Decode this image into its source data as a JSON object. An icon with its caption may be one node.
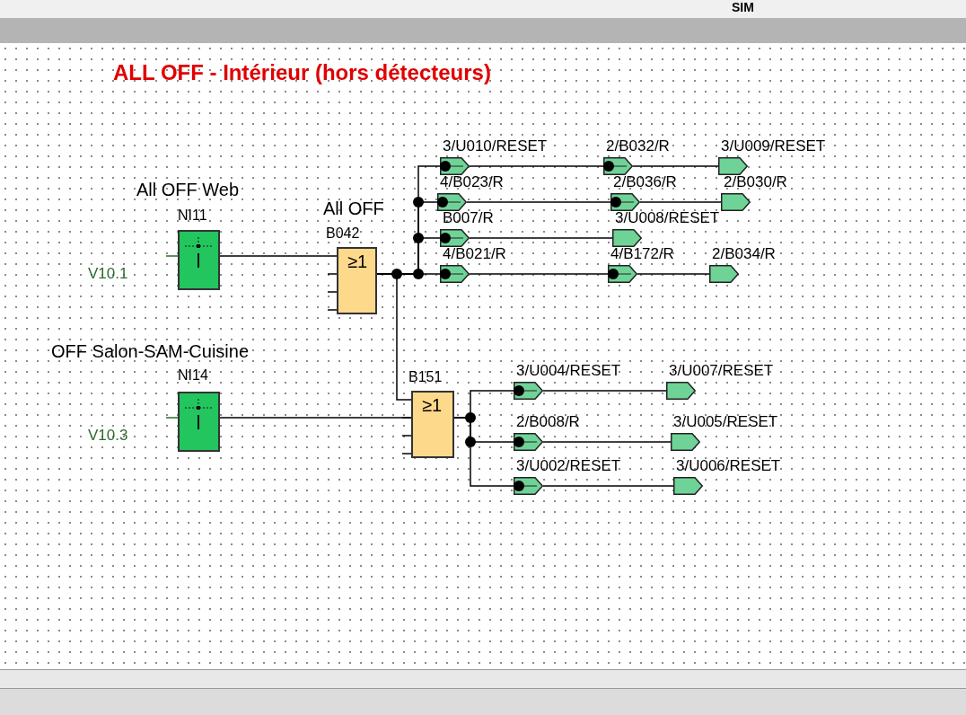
{
  "diagram": {
    "title": "ALL OFF - Intérieur (hors détecteurs)",
    "nodes": [
      {
        "text": [
          "All OFF Web",
          "NI11"
        ],
        "beside": [
          "V10.1"
        ]
      },
      {
        "text": [
          "All OFF",
          "B042",
          "≥1"
        ]
      },
      {
        "text": [
          "OFF Salon-SAM-Cuisine",
          "NI14"
        ],
        "beside": [
          "V10.3"
        ]
      },
      {
        "text": [
          "B151",
          "≥1"
        ]
      },
      {
        "text": [
          "3/U010/RESET"
        ]
      },
      {
        "text": [
          "2/B032/R"
        ]
      },
      {
        "text": [
          "3/U009/RESET"
        ]
      },
      {
        "text": [
          "4/B023/R"
        ]
      },
      {
        "text": [
          "2/B036/R"
        ]
      },
      {
        "text": [
          "2/B030/R"
        ]
      },
      {
        "text": [
          "B007/R"
        ]
      },
      {
        "text": [
          "3/U008/RESET"
        ]
      },
      {
        "text": [
          "4/B021/R"
        ]
      },
      {
        "text": [
          "4/B172/R"
        ]
      },
      {
        "text": [
          "2/B034/R"
        ]
      },
      {
        "text": [
          "3/U004/RESET"
        ]
      },
      {
        "text": [
          "3/U007/RESET"
        ]
      },
      {
        "text": [
          "2/B008/R"
        ]
      },
      {
        "text": [
          "3/U005/RESET"
        ]
      },
      {
        "text": [
          "3/U002/RESET"
        ]
      },
      {
        "text": [
          "3/U006/RESET"
        ]
      }
    ],
    "edges": [
      {
        "from": 0,
        "to": 1,
        "arrow": "none"
      },
      {
        "from": 1,
        "to": 4,
        "arrow": "none"
      },
      {
        "from": 1,
        "to": 7,
        "arrow": "none"
      },
      {
        "from": 1,
        "to": 10,
        "arrow": "none"
      },
      {
        "from": 1,
        "to": 12,
        "arrow": "none"
      },
      {
        "from": 1,
        "to": 3,
        "arrow": "none"
      },
      {
        "from": 4,
        "to": 5,
        "arrow": "none"
      },
      {
        "from": 5,
        "to": 6,
        "arrow": "none"
      },
      {
        "from": 7,
        "to": 8,
        "arrow": "none"
      },
      {
        "from": 8,
        "to": 9,
        "arrow": "none"
      },
      {
        "from": 10,
        "to": 11,
        "arrow": "none"
      },
      {
        "from": 12,
        "to": 13,
        "arrow": "none"
      },
      {
        "from": 13,
        "to": 14,
        "arrow": "none"
      },
      {
        "from": 2,
        "to": 3,
        "arrow": "none"
      },
      {
        "from": 3,
        "to": 15,
        "arrow": "none"
      },
      {
        "from": 3,
        "to": 17,
        "arrow": "none"
      },
      {
        "from": 3,
        "to": 19,
        "arrow": "none"
      },
      {
        "from": 15,
        "to": 16,
        "arrow": "none"
      },
      {
        "from": 17,
        "to": 18,
        "arrow": "none"
      },
      {
        "from": 19,
        "to": 20,
        "arrow": "none"
      }
    ],
    "labels": [
      "SIM"
    ]
  }
}
